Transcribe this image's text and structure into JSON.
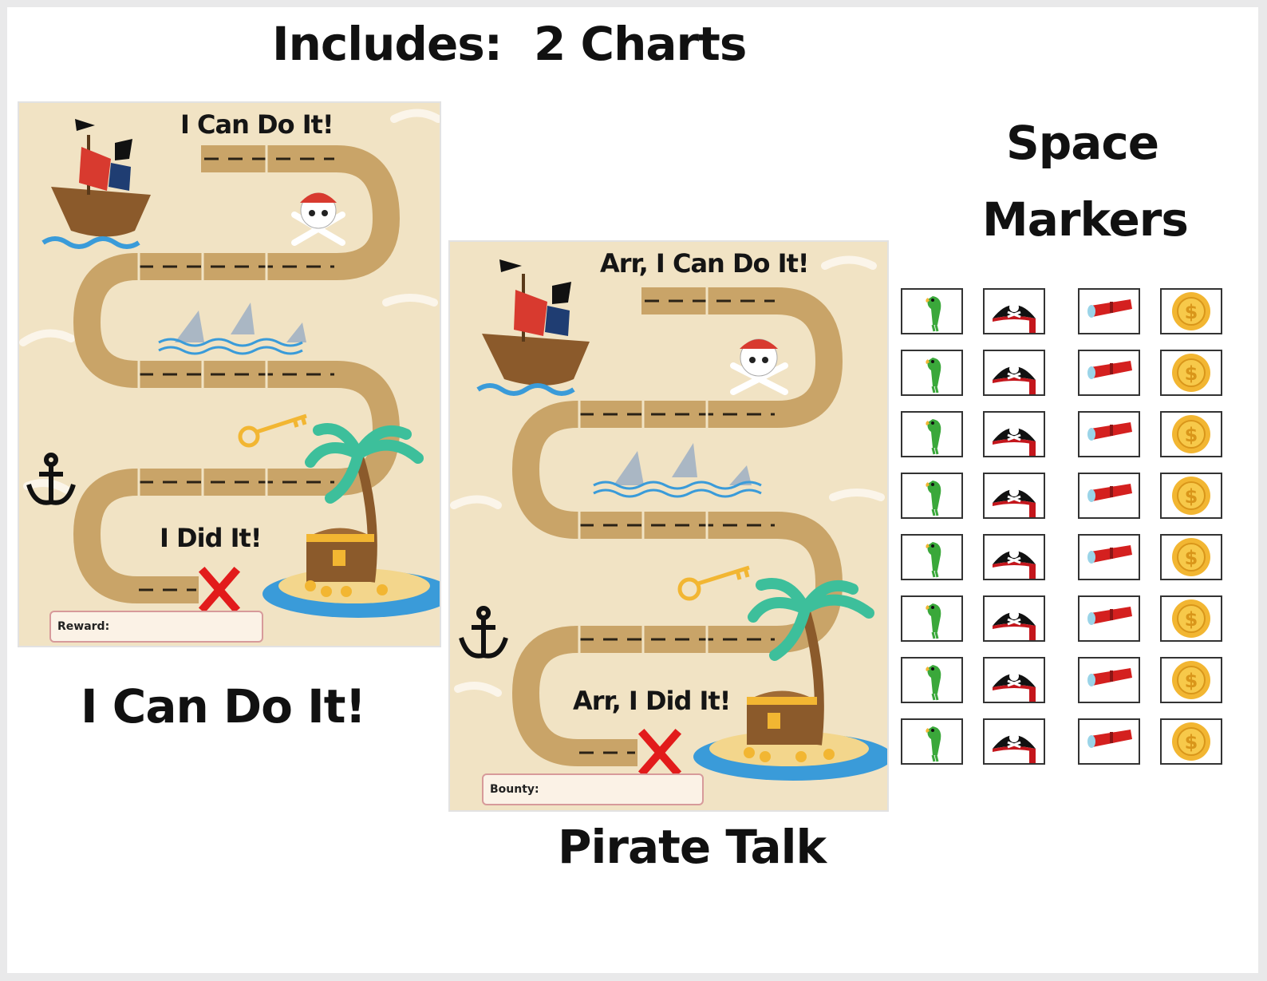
{
  "header": {
    "includes_label": "Includes:",
    "charts_count_label": "2 Charts"
  },
  "chart_one": {
    "title": "I Can Do It!",
    "finish_text": "I Did It!",
    "reward_label": "Reward:",
    "caption": "I Can Do It!"
  },
  "chart_two": {
    "title": "Arr, I Can Do It!",
    "finish_text": "Arr, I Did It!",
    "reward_label": "Bounty:",
    "caption": "Pirate Talk"
  },
  "space_markers": {
    "heading_line1": "Space",
    "heading_line2": "Markers",
    "rows": 8,
    "columns": [
      "parrot-icon",
      "pirate-hat-icon",
      "telescope-icon",
      "gold-coin-icon"
    ]
  },
  "colors": {
    "parchment": "#f1e3c4",
    "path": "#c9a468",
    "finish_x": "#e21b1b",
    "water": "#3a9bd9"
  }
}
